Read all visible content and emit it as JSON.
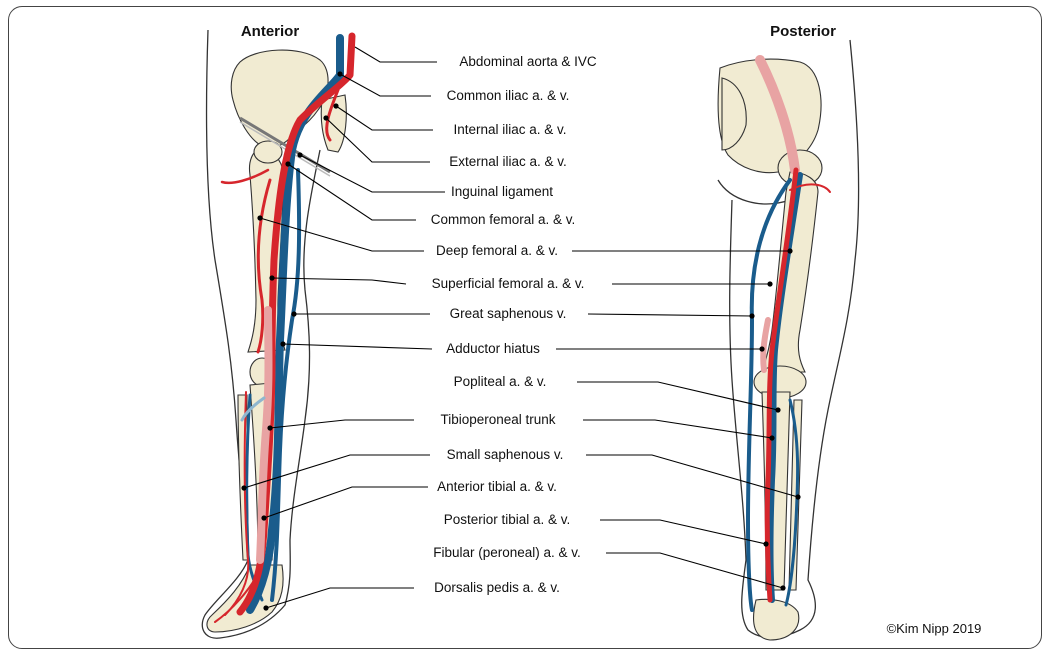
{
  "headers": {
    "anterior": "Anterior",
    "posterior": "Posterior"
  },
  "labels": [
    "Abdominal aorta & IVC",
    "Common iliac a. & v.",
    "Internal iliac a. & v.",
    "External iliac a. & v.",
    "Inguinal ligament",
    "Common femoral a. & v.",
    "Deep femoral a. & v.",
    "Superficial femoral a. & v.",
    "Great saphenous v.",
    "Adductor hiatus",
    "Popliteal a. & v.",
    "Tibioperoneal trunk",
    "Small saphenous v.",
    "Anterior tibial a. & v.",
    "Posterior tibial a. & v.",
    "Fibular (peroneal) a. & v.",
    "Dorsalis pedis a. & v."
  ],
  "credit": "©Kim Nipp 2019",
  "colors": {
    "artery": "#d6262c",
    "vein": "#1a5c8c",
    "bone": "#f1ebd2",
    "leader": "#000000"
  }
}
